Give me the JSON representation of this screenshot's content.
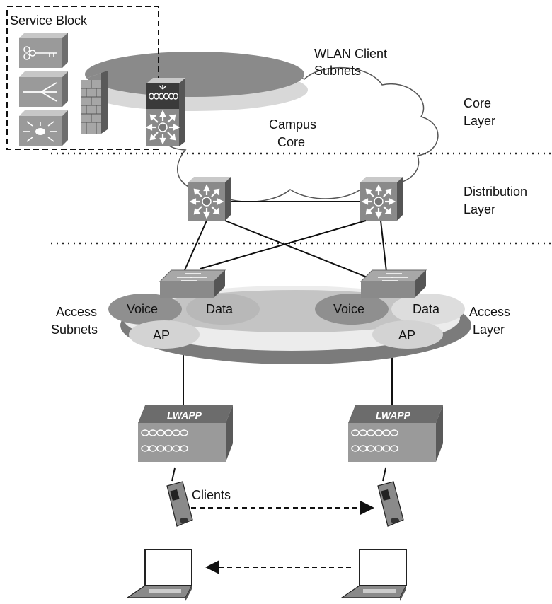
{
  "labels": {
    "service_block": "Service Block",
    "wlan_client_subnets_1": "WLAN Client",
    "wlan_client_subnets_2": "Subnets",
    "campus_core_1": "Campus",
    "campus_core_2": "Core",
    "core_layer_1": "Core",
    "core_layer_2": "Layer",
    "distribution_layer_1": "Distribution",
    "distribution_layer_2": "Layer",
    "access_subnets_1": "Access",
    "access_subnets_2": "Subnets",
    "access_layer_1": "Access",
    "access_layer_2": "Layer",
    "voice_left": "Voice",
    "data_left": "Data",
    "voice_right": "Voice",
    "data_right": "Data",
    "ap_left": "AP",
    "ap_right": "AP",
    "clients": "Clients",
    "lwapp_left": "LWAPP",
    "lwapp_right": "LWAPP"
  },
  "icons": [
    "firewall-icon",
    "router-icon",
    "multilayer-switch-icon",
    "workgroup-switch-icon",
    "access-point-icon",
    "phone-icon",
    "laptop-icon",
    "cloud-icon",
    "key-icon",
    "content-switch-icon"
  ],
  "colors": {
    "ellipse_dark": "#7b7b7b",
    "ellipse_light": "#d8d8d8",
    "device_gray": "#8a8a8a"
  }
}
